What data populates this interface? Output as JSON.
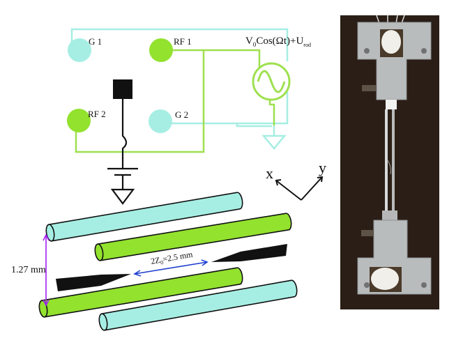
{
  "colors": {
    "ground_wire": "#a6eee3",
    "rf_wire": "#9ee04e",
    "ground_electrode": "#a6eee3",
    "rf_electrode": "#92e22e",
    "dc_wire": "#111111",
    "dimension_purple": "#a020f0",
    "dimension_blue": "#1f3fcf",
    "photo_bg": "#2a1e16",
    "metal": "#c7c9c9"
  },
  "circuit": {
    "electrodes": [
      {
        "id": "g1",
        "label": "G 1",
        "type": "ground"
      },
      {
        "id": "rf1",
        "label": "RF 1",
        "type": "rf"
      },
      {
        "id": "rf2",
        "label": "RF 2",
        "type": "rf"
      },
      {
        "id": "g2",
        "label": "G 2",
        "type": "ground"
      }
    ],
    "source_label": {
      "v": "V",
      "v_sub": "0",
      "cos": "Cos(Ωt)+U",
      "u_sub": "rod"
    },
    "source_icon": "ac-source-icon",
    "ground_icon": "ground-icon",
    "battery_icon": "dc-battery-icon"
  },
  "axes": {
    "x_label": "x",
    "y_label": "y"
  },
  "trap": {
    "rod_spacing_label": "1.27 mm",
    "needle_gap": {
      "prefix": "2Z",
      "sub": "0",
      "suffix": "=2.5 mm"
    }
  },
  "photo": {
    "description_icon": "trap-photo"
  }
}
